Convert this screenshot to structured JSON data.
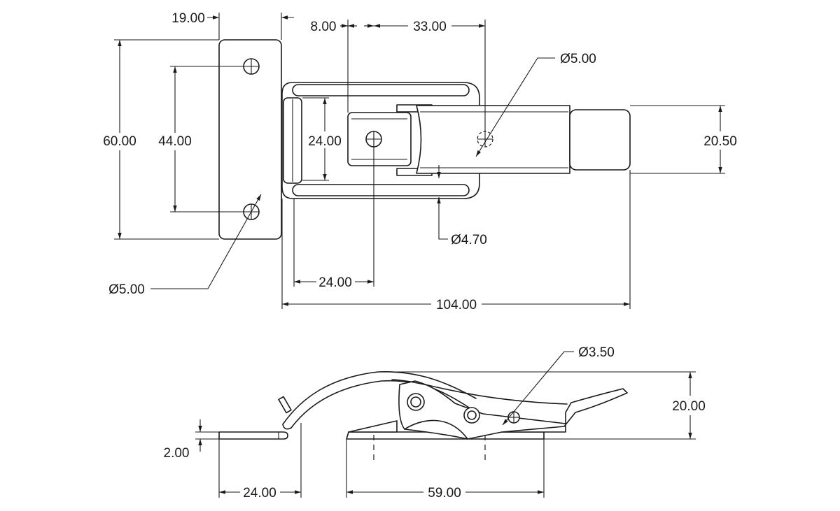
{
  "top_view": {
    "plate_width": "19.00",
    "plate_height": "60.00",
    "hole_spacing": "44.00",
    "mount_hole_dia": "Ø5.00",
    "hook_offset": "8.00",
    "hook_to_hole": "33.00",
    "latch_hole_dia": "Ø5.00",
    "catch_width": "24.00",
    "lever_width": "20.50",
    "pin_dia": "Ø4.70",
    "plate_to_hook": "24.00",
    "overall_length": "104.00"
  },
  "side_view": {
    "hole_dia": "Ø3.50",
    "height": "20.00",
    "thickness": "2.00",
    "catch_length": "24.00",
    "base_length": "59.00"
  }
}
